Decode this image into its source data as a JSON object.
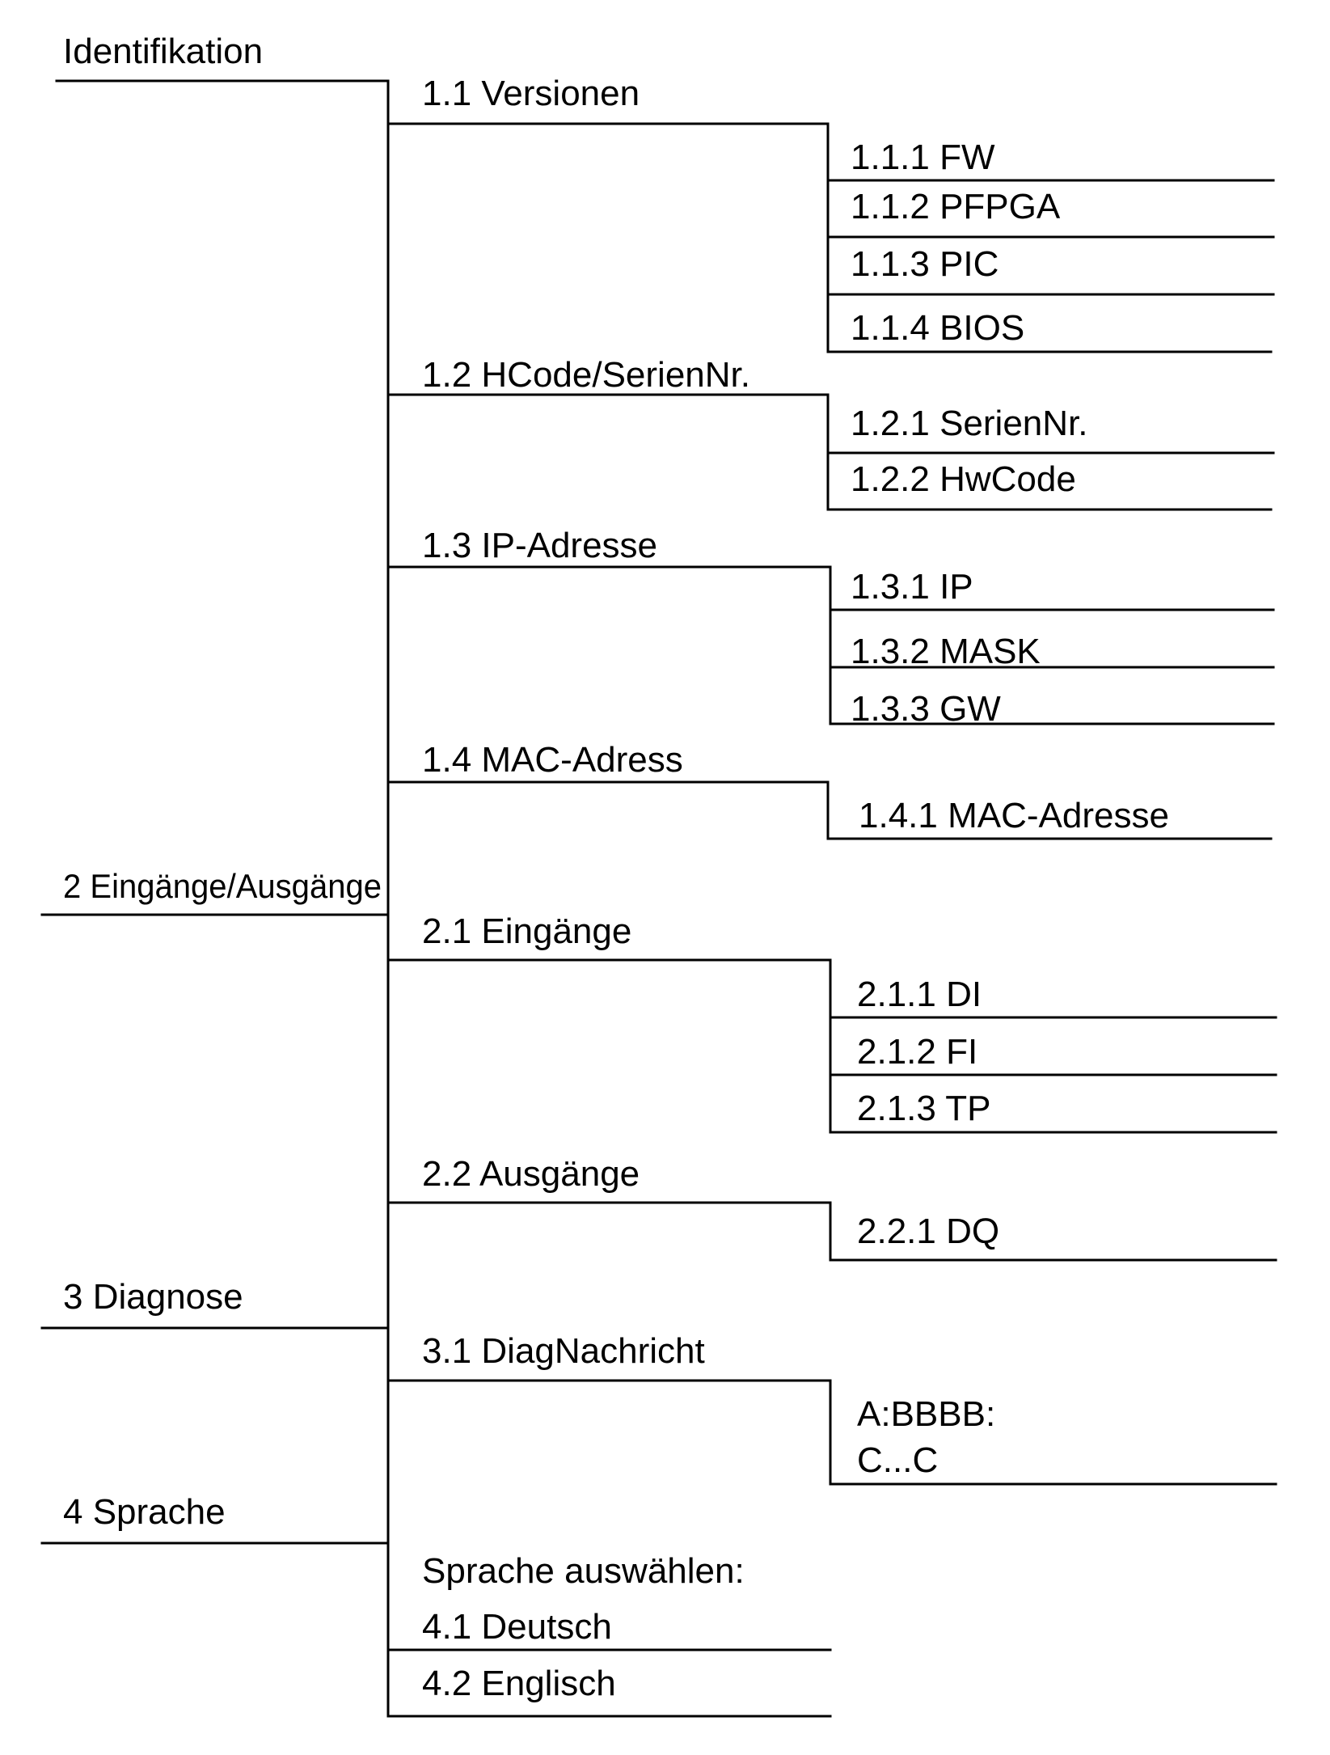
{
  "menu": {
    "identifikation": {
      "label": "Identifikation",
      "versionen": {
        "label": "1.1 Versionen",
        "items": [
          "1.1.1 FW",
          "1.1.2 PFPGA",
          "1.1.3 PIC",
          "1.1.4 BIOS"
        ]
      },
      "hcode": {
        "label": "1.2 HCode/SerienNr.",
        "items": [
          "1.2.1 SerienNr.",
          "1.2.2 HwCode"
        ]
      },
      "ip": {
        "label": "1.3 IP-Adresse",
        "items": [
          "1.3.1 IP",
          "1.3.2 MASK",
          "1.3.3 GW"
        ]
      },
      "mac": {
        "label": "1.4 MAC-Adress",
        "items": [
          "1.4.1 MAC-Adresse"
        ]
      }
    },
    "eingaenge_ausgaenge": {
      "label": "2 Eingänge/Ausgänge",
      "eingaenge": {
        "label": "2.1 Eingänge",
        "items": [
          "2.1.1 DI",
          "2.1.2 FI",
          "2.1.3 TP"
        ]
      },
      "ausgaenge": {
        "label": "2.2 Ausgänge",
        "items": [
          "2.2.1 DQ"
        ]
      }
    },
    "diagnose": {
      "label": "3 Diagnose",
      "diagnachricht": {
        "label": "3.1 DiagNachricht",
        "message_line1": "A:BBBB:",
        "message_line2": "C...C"
      }
    },
    "sprache": {
      "label": "4 Sprache",
      "prompt": "Sprache auswählen:",
      "items": [
        "4.1 Deutsch",
        "4.2 Englisch"
      ]
    }
  }
}
